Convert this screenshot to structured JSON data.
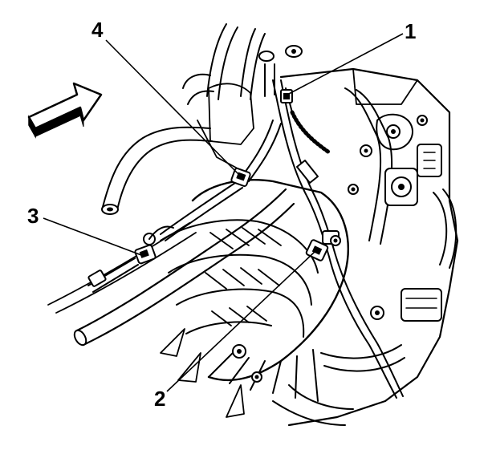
{
  "callouts": [
    {
      "id": "1",
      "label": "1"
    },
    {
      "id": "2",
      "label": "2"
    },
    {
      "id": "3",
      "label": "3"
    },
    {
      "id": "4",
      "label": "4"
    }
  ],
  "direction_arrow": {
    "icon": "front-direction-arrow-icon"
  },
  "colors": {
    "ink": "#000000",
    "paper": "#ffffff"
  }
}
